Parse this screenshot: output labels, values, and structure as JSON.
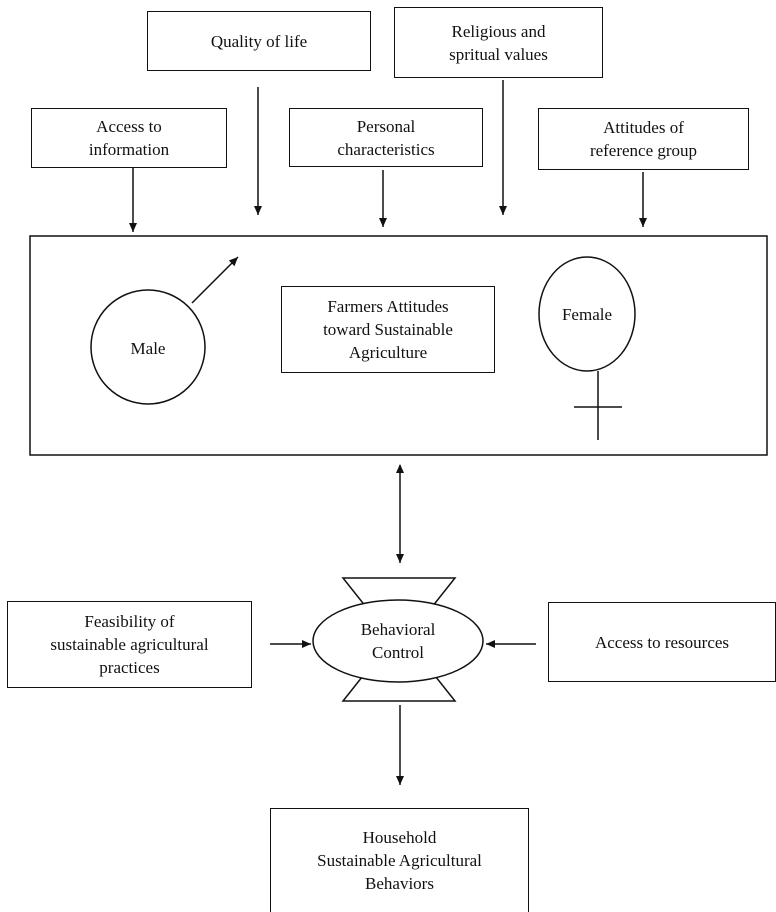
{
  "factors": {
    "quality_of_life": "Quality of life",
    "religious_values": "Religious and\nspritual values",
    "access_to_information": "Access to\ninformation",
    "personal_characteristics": "Personal\ncharacteristics",
    "attitudes_reference_group": "Attitudes of\nreference group"
  },
  "attitudes": {
    "center": "Farmers Attitudes\ntoward Sustainable\nAgriculture",
    "male": "Male",
    "female": "Female"
  },
  "control": {
    "label": "Behavioral\nControl",
    "feasibility": "Feasibility of\nsustainable agricultural\npractices",
    "access_to_resources": "Access to resources"
  },
  "outcome": {
    "label": "Household\nSustainable Agricultural\nBehaviors"
  }
}
